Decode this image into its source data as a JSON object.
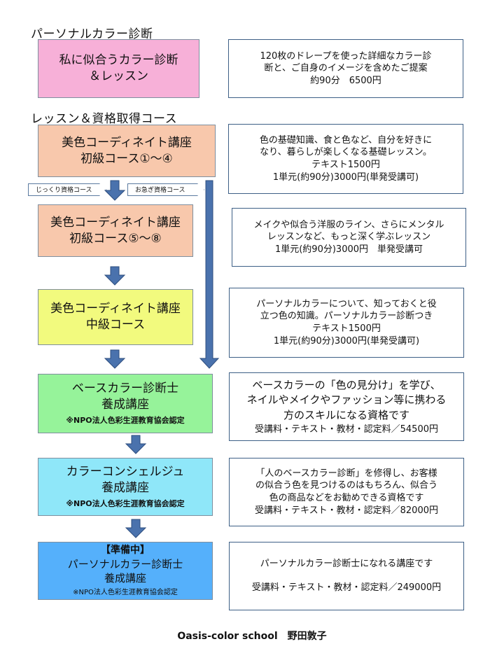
{
  "colors": {
    "pink": "#f7b0d8",
    "salmon": "#f8c8ac",
    "yellow": "#f2fa7e",
    "green": "#96f39a",
    "cyan": "#8fe7f9",
    "blue": "#55b0fb",
    "arrow": "#4a72ad"
  },
  "headings": {
    "personal": "パーソナルカラー診断",
    "lessons": "レッスン＆資格取得コース"
  },
  "tags": {
    "slow": "じっくり資格コース",
    "fast": "お急ぎ資格コース"
  },
  "courses": [
    {
      "lines": [
        "私に似合うカラー診断",
        "＆レッスン"
      ],
      "desc": [
        "120枚のドレープを使った詳細なカラー診",
        "断と、ご自身のイメージを含めたご提案",
        "約90分　6500円"
      ]
    },
    {
      "lines": [
        "美色コーディネイト講座",
        "初級コース①～④"
      ],
      "desc": [
        "色の基礎知識、食と色など、自分を好きに",
        "なり、暮らしが楽しくなる基礎レッスン。",
        "テキスト1500円",
        "1単元(約90分)3000円(単発受講可)"
      ]
    },
    {
      "lines": [
        "美色コーディネイト講座",
        "初級コース⑤～⑧"
      ],
      "desc": [
        "メイクや似合う洋服のライン、さらにメンタル",
        "レッスンなど、もっと深く学ぶレッスン",
        "1単元(約90分)3000円　単発受講可"
      ]
    },
    {
      "lines": [
        "美色コーディネイト講座",
        "中級コース"
      ],
      "desc": [
        "パーソナルカラーについて、知っておくと役",
        "立つ色の知識。パーソナルカラー診断つき",
        "テキスト1500円",
        "1単元(約90分)3000円(単発受講可)"
      ]
    },
    {
      "lines": [
        "ベースカラー診断士",
        "養成講座"
      ],
      "note": "※NPO法人色彩生涯教育協会認定",
      "desc": [
        "ベースカラーの「色の見分け」を学び、",
        "ネイルやメイクやファッション等に携わる",
        "方のスキルになる資格です",
        "受講料・テキスト・教材・認定料／54500円"
      ]
    },
    {
      "lines": [
        "カラーコンシェルジュ",
        "養成講座"
      ],
      "note": "※NPO法人色彩生涯教育協会認定",
      "desc": [
        "「人のベースカラー診断」を修得し、お客様",
        "の似合う色を見つけるのはもちろん、似合う",
        "色の商品などをお勧めできる資格です",
        "受講料・テキスト・教材・認定料／82000円"
      ]
    },
    {
      "status": "【準備中】",
      "lines": [
        "パーソナルカラー診断士",
        "養成講座"
      ],
      "note": "※NPO法人色彩生涯教育協会認定",
      "desc": [
        "パーソナルカラー診断士になれる講座です",
        "受講料・テキスト・教材・認定料／249000円"
      ]
    }
  ],
  "footer": "Oasis-color school　野田敦子"
}
